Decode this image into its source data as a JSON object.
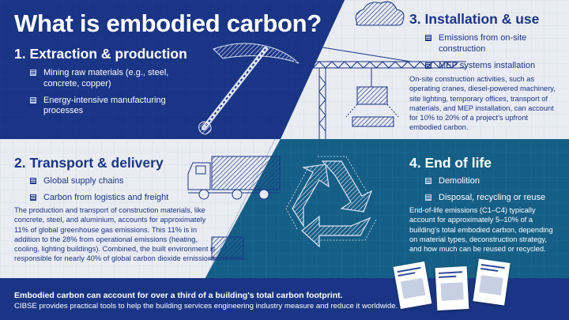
{
  "title": "What is embodied carbon?",
  "sections": {
    "extraction": {
      "heading": "1. Extraction & production",
      "bullets": [
        "Mining raw materials (e.g., steel, concrete, copper)",
        "Energy-intensive manufacturing processes"
      ]
    },
    "installation": {
      "heading": "3. Installation & use",
      "bullets": [
        "Emissions from on-site construction",
        "MEP systems installation"
      ],
      "body": "On-site construction activities, such as operating cranes, diesel-powered machinery, site lighting, temporary offices, transport of materials, and MEP installation, can account for 10% to 20% of a project's upfront embodied carbon."
    },
    "transport": {
      "heading": "2. Transport & delivery",
      "bullets": [
        "Global supply chains",
        "Carbon from logistics and freight"
      ],
      "body": "The production and transport of construction materials, like concrete, steel, and aluminium, accounts for approximately 11% of global greenhouse gas emissions. This 11% is in addition to the 28% from operational emissions (heating, cooling, lighting buildings). Combined, the built environment is responsible for nearly 40% of global carbon dioxide emissions."
    },
    "end_of_life": {
      "heading": "4. End of life",
      "bullets": [
        "Demolition",
        "Disposal, recycling or reuse"
      ],
      "body": "End-of-life emissions (C1–C4) typically account for approximately 5–10% of a building's total embodied carbon, depending on material types, deconstruction strategy, and how much can be reused or recycled."
    }
  },
  "footer": {
    "headline": "Embodied carbon can account for over a third of a building's total carbon footprint.",
    "subline": "CIBSE provides practical tools to help the building services engineering industry measure and reduce it worldwide."
  },
  "colors": {
    "navy": "#1a3585",
    "teal": "#155f86",
    "light": "#e9ecf3",
    "grid": "#c9d0df"
  },
  "icons": [
    "pickaxe-icon",
    "tower-crane-icon",
    "cloud-icon",
    "freight-truck-icon",
    "recycle-icon",
    "pallet-icon",
    "report-documents-icon"
  ]
}
